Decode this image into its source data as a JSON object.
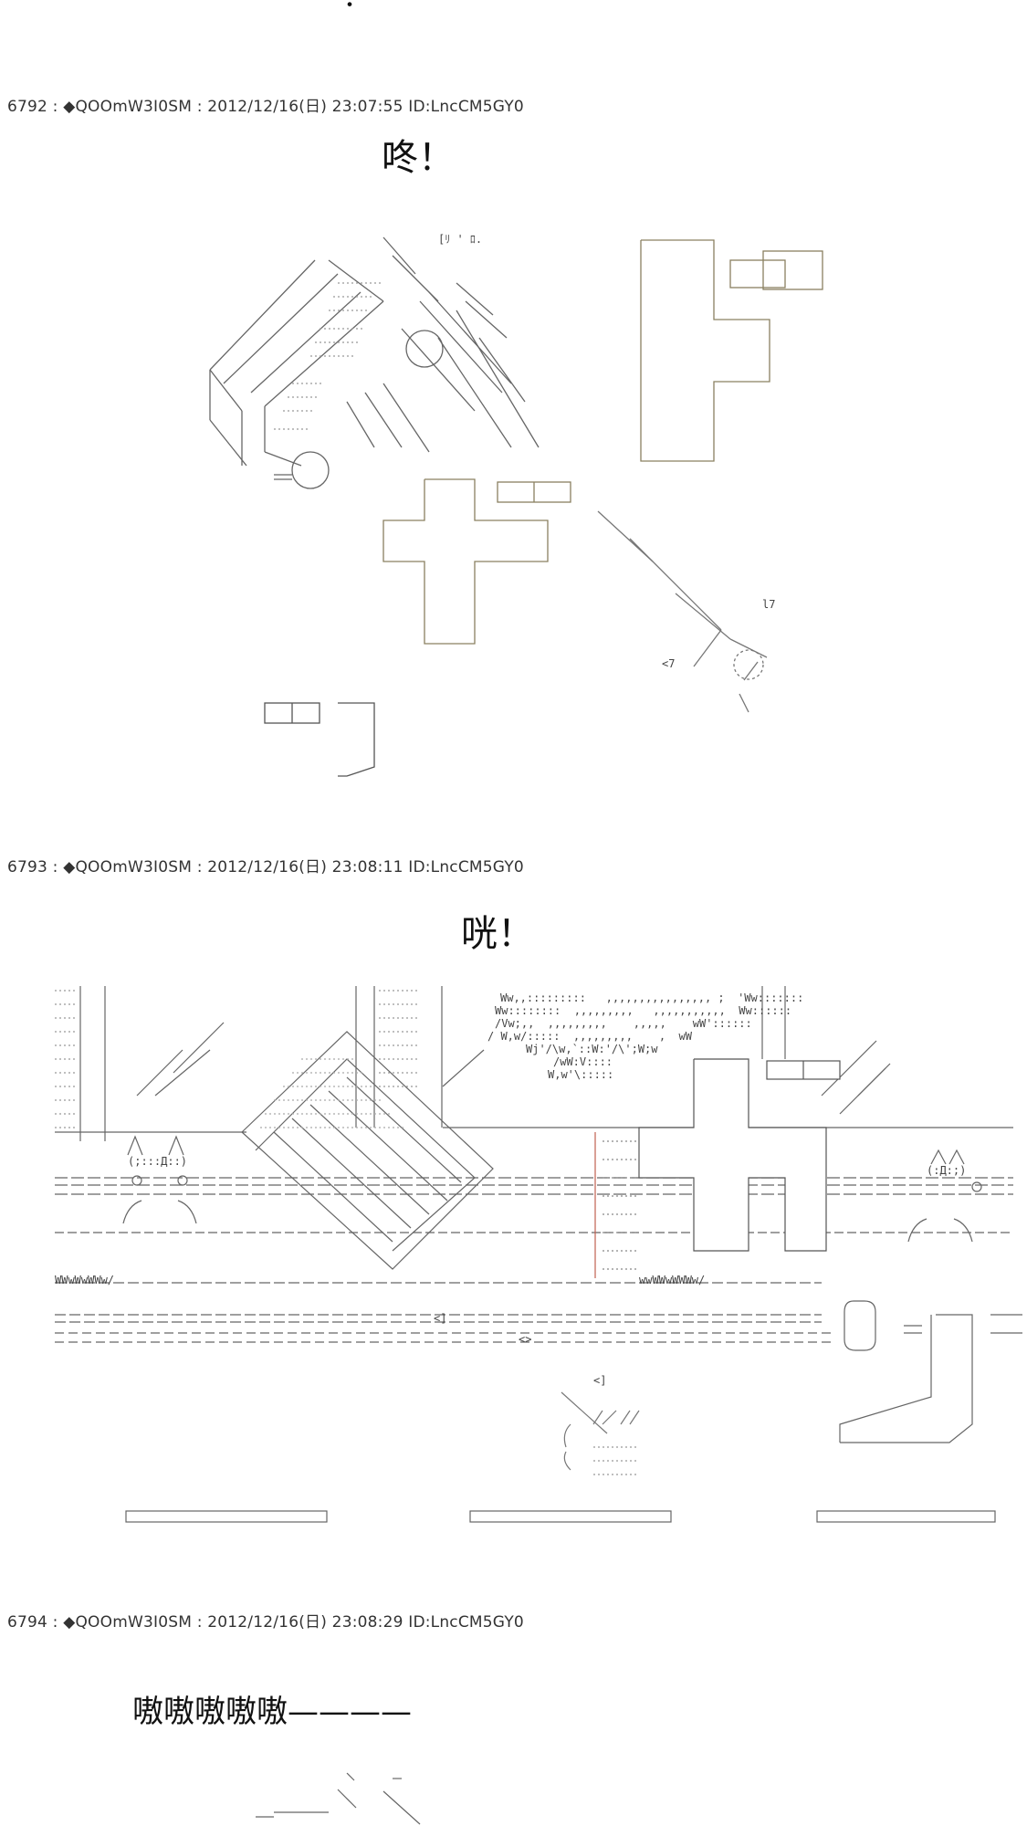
{
  "top_mark": "・",
  "posts": [
    {
      "header": "6792 : ◆QOOmW3I0SM : 2012/12/16(日) 23:07:55 ID:LncCM5GY0",
      "sfx": "咚！"
    },
    {
      "header": "6793 : ◆QOOmW3I0SM : 2012/12/16(日) 23:08:11 ID:LncCM5GY0",
      "sfx": "咣！"
    },
    {
      "header": "6794 : ◆QOOmW3I0SM : 2012/12/16(日) 23:08:29 ID:LncCM5GY0",
      "sfx": "嗷嗷嗷嗷嗷————"
    }
  ],
  "aa_text": {
    "post1_face": "[ﾘ ' ﾛ.",
    "post1_impact_a": "l7",
    "post1_impact_b": "<7",
    "post2_cat_left": "(;:::Д::)",
    "post2_cat_right": "(:Д:;)",
    "post2_crowd": [
      "Ww,,:::::::::   ,,,,,,,,,,,,,,,, ;  'Ww:::::::",
      "Ww::::::::  ,,,,,,,,,   ,,,,,,,,,,,  Ww::::::",
      "/Vw;,,  ,,,,,,,,,    ,,,,,    wW'::::::",
      "/ W,w/:::::  ,,,,,,,,,    ,  wW",
      "Wj'/\\w,`::W:'/\\';W;w",
      "/wW:V::::",
      "W,w'\\:::::"
    ],
    "post2_ground": "WWwWwWWw/",
    "post2_ground_b": "wwWWwWWWw/",
    "post2_arrow": "<]",
    "post2_arrow_b": "<>"
  }
}
